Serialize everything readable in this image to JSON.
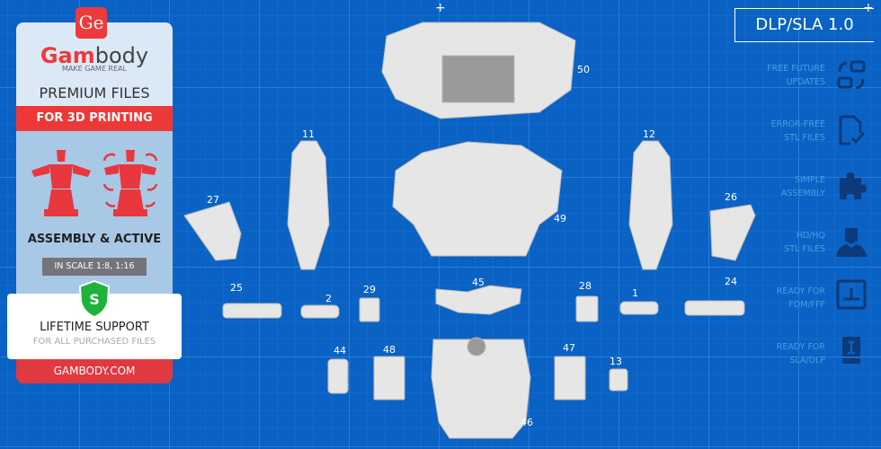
{
  "brand": {
    "logo_mark": "Ge",
    "name_red": "Gam",
    "name_rest": "body",
    "tagline": "MAKE GAME REAL",
    "premium": "PREMIUM FILES",
    "for_printing": "FOR 3D PRINTING",
    "assembly": "ASSEMBLY & ACTIVE",
    "scale": "IN SCALE 1:8, 1:16",
    "shield_letter": "S",
    "support_title": "LIFETIME SUPPORT",
    "support_sub": "FOR ALL PURCHASED FILES",
    "site": "GAMBODY.COM"
  },
  "version": "DLP/SLA 1.0",
  "features": [
    {
      "line1": "FREE FUTURE",
      "line2": "UPDATES",
      "icon": "update-arrows-icon"
    },
    {
      "line1": "ERROR-FREE",
      "line2": "STL FILES",
      "icon": "file-check-icon"
    },
    {
      "line1": "SIMPLE",
      "line2": "ASSEMBLY",
      "icon": "puzzle-icon"
    },
    {
      "line1": "HD/HQ",
      "line2": "STL FILES",
      "icon": "ironman-head-icon"
    },
    {
      "line1": "READY FOR",
      "line2": "FDM/FFF",
      "icon": "fdm-printer-icon"
    },
    {
      "line1": "READY FOR",
      "line2": "SLA/DLP",
      "icon": "sla-printer-icon"
    }
  ],
  "part_labels": [
    "50",
    "11",
    "12",
    "27",
    "26",
    "49",
    "25",
    "2",
    "29",
    "45",
    "28",
    "1",
    "24",
    "44",
    "48",
    "47",
    "13",
    "46"
  ],
  "colors": {
    "background": "#0a62c4",
    "accent": "#ee3a3a",
    "part": "#e4e4e4"
  }
}
